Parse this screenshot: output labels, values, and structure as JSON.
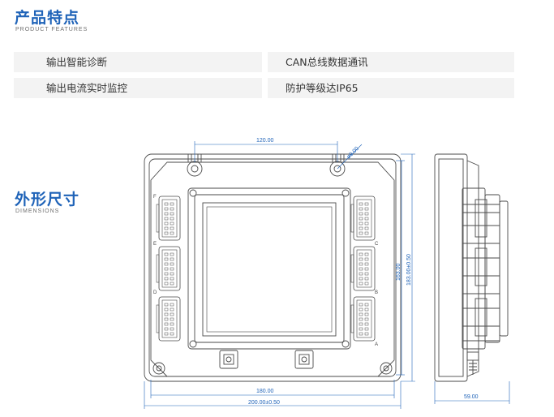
{
  "features_section": {
    "title": "产品特点",
    "subtitle": "PRODUCT FEATURES",
    "items": [
      "输出智能诊断",
      "CAN总线数据通讯",
      "输出电流实时监控",
      "防护等级达IP65"
    ]
  },
  "dimensions_section": {
    "title": "外形尺寸",
    "subtitle": "DIMENSIONS"
  },
  "drawing": {
    "dim_top": "120.00",
    "dim_hole": "ø9.00",
    "dim_height_inner": "163.00",
    "dim_height_outer": "183.00±0.50",
    "dim_width_inner": "180.00",
    "dim_width_outer": "200.00±0.50",
    "dim_depth": "59.00",
    "connector_labels": [
      "F",
      "E",
      "D",
      "C",
      "B",
      "A"
    ],
    "colors": {
      "dimension": "#1f63b8",
      "line": "#4a4a4a",
      "accent": "#1f63b8"
    }
  }
}
